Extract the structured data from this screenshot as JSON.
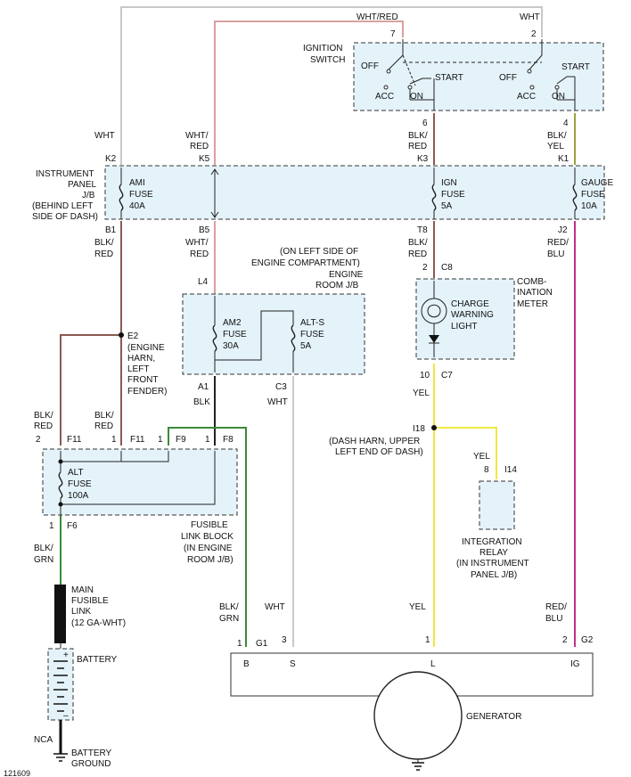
{
  "colors": {
    "wht": "#c8c8c8",
    "wht_red": "#d9a0a0",
    "blk_red": "#8a5a50",
    "blk_yel": "#9aa040",
    "red_blu": "#c0308a",
    "yel": "#f0e840",
    "blk_grn": "#3a8a3a",
    "blk": "#222222",
    "box_fill": "#e4f3fa"
  },
  "ignition": {
    "title_1": "IGNITION",
    "title_2": "SWITCH",
    "pin7_wire": "WHT/RED",
    "pin7": "7",
    "pin2_wire": "WHT",
    "pin2": "2",
    "left": {
      "off": "OFF",
      "acc": "ACC",
      "on": "ON",
      "start": "START"
    },
    "right": {
      "off": "OFF",
      "acc": "ACC",
      "on": "ON",
      "start": "START"
    },
    "pin6": "6",
    "pin4": "4"
  },
  "ipjb": {
    "title": [
      "INSTRUMENT",
      "PANEL",
      "J/B",
      "(BEHIND LEFT",
      "SIDE OF DASH)"
    ],
    "top": [
      {
        "wire": [
          "WHT"
        ],
        "pin": "K2"
      },
      {
        "wire": [
          "WHT/",
          "RED"
        ],
        "pin": "K5"
      },
      {
        "wire": [
          "BLK/",
          "RED"
        ],
        "pin": "K3"
      },
      {
        "wire": [
          "BLK/",
          "YEL"
        ],
        "pin": "K1"
      }
    ],
    "fuses": [
      {
        "name": "AMI",
        "word": "FUSE",
        "amp": "40A"
      },
      {
        "name": "IGN",
        "word": "FUSE",
        "amp": "5A"
      },
      {
        "name": "GAUGE",
        "word": "FUSE",
        "amp": "10A"
      }
    ],
    "bottom": [
      {
        "pin": "B1",
        "wire": [
          "BLK/",
          "RED"
        ]
      },
      {
        "pin": "B5",
        "wire": [
          "WHT/",
          "RED"
        ]
      },
      {
        "pin": "T8",
        "wire": [
          "BLK/",
          "RED"
        ]
      },
      {
        "pin": "J2",
        "wire": [
          "RED/",
          "BLU"
        ]
      }
    ]
  },
  "erjb": {
    "note": [
      "(ON LEFT SIDE OF",
      "ENGINE COMPARTMENT)",
      "ENGINE",
      "ROOM J/B"
    ],
    "pin_l4": "L4",
    "am2": {
      "name": "AM2",
      "word": "FUSE",
      "amp": "30A"
    },
    "alts": {
      "name": "ALT-S",
      "word": "FUSE",
      "amp": "5A"
    },
    "pin_a1": "A1",
    "a1_wire": "BLK",
    "pin_c3": "C3",
    "c3_wire": "WHT"
  },
  "e2": {
    "pin": "E2",
    "note": [
      "(ENGINE",
      "HARN,",
      "LEFT",
      "FRONT",
      "FENDER)"
    ]
  },
  "meter": {
    "pin2": "2",
    "pin_c8": "C8",
    "title": [
      "COMB-",
      "INATION",
      "METER"
    ],
    "light": [
      "CHARGE",
      "WARNING",
      "LIGHT"
    ],
    "pin10": "10",
    "pin_c7": "C7",
    "yel": "YEL"
  },
  "i18": {
    "pin": "I18",
    "note": [
      "(DASH HARN, UPPER",
      "LEFT END OF DASH)"
    ]
  },
  "relay": {
    "yel": "YEL",
    "pin8": "8",
    "pin_i14": "I14",
    "title": [
      "INTEGRATION",
      "RELAY",
      "(IN INSTRUMENT",
      "PANEL J/B)"
    ]
  },
  "fusible": {
    "wire_a": [
      "BLK/",
      "RED"
    ],
    "wire_b": [
      "BLK/",
      "RED"
    ],
    "pins": [
      {
        "num": "2",
        "pin": "F11"
      },
      {
        "num": "1",
        "pin": "F11"
      },
      {
        "num": "1",
        "pin": "F9"
      },
      {
        "num": "1",
        "pin": "F8"
      }
    ],
    "alt": {
      "name": "ALT",
      "word": "FUSE",
      "amp": "100A"
    },
    "pin_f6_num": "1",
    "pin_f6": "F6",
    "title": [
      "FUSIBLE",
      "LINK BLOCK",
      "(IN ENGINE",
      "ROOM J/B)"
    ]
  },
  "main_link": {
    "wire": [
      "BLK/",
      "GRN"
    ],
    "title": [
      "MAIN",
      "FUSIBLE",
      "LINK",
      "(12 GA-WHT)"
    ]
  },
  "battery": {
    "label": "BATTERY",
    "plus": "+",
    "minus": "–",
    "nca": "NCA",
    "ground": [
      "BATTERY",
      "GROUND"
    ]
  },
  "generator": {
    "wires": [
      {
        "wire": [
          "BLK/",
          "GRN"
        ],
        "num": "1",
        "pin": "G1",
        "term": "B"
      },
      {
        "wire": [
          "WHT"
        ],
        "num": "3",
        "pin": "",
        "term": "S"
      },
      {
        "wire": [
          "YEL"
        ],
        "num": "1",
        "pin": "",
        "term": "L"
      },
      {
        "wire": [
          "RED/",
          "BLU"
        ],
        "num": "2",
        "pin": "G2",
        "term": "IG"
      }
    ],
    "label": "GENERATOR"
  },
  "diagram_id": "121609"
}
